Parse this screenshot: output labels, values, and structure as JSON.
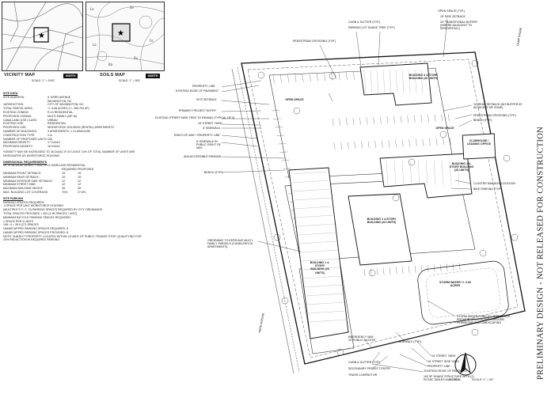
{
  "vicinity_map": {
    "title": "VICINITY MAP",
    "scale": "SCALE: 1\" = 1000'",
    "north": "NORTH"
  },
  "soils_map": {
    "title": "SOILS MAP",
    "scale": "SCALE: 1\" = 500'",
    "north": "NORTH"
  },
  "site_data": {
    "heading": "SITE DATA",
    "rows": [
      {
        "k": "SITE ADDRESS:",
        "v": "5. KERR AVENUE"
      },
      {
        "k": "",
        "v": "WILMINGTON, NC"
      },
      {
        "k": "JURISDICTION:",
        "v": "CITY OF WILMINGTON, NC"
      },
      {
        "k": "TOTAL PARCEL AREA:",
        "v": "+/- 6.56 ACRES (+/- 285,754 SF)"
      },
      {
        "k": "EXISTING ZONING:",
        "v": "R-10 RESIDENTIAL"
      },
      {
        "k": "PROPOSED ZONING:",
        "v": "MULTI-FAMILY (MF-M)"
      },
      {
        "k": "CAMA LAND USE CLASS:",
        "v": "URBAN"
      },
      {
        "k": "EXISTING USE:",
        "v": "RESIDENTIAL"
      },
      {
        "k": "PROPOSED USE:",
        "v": "WORKFORCE HOUSING (RENTAL) APARTMENTS"
      },
      {
        "k": "NUMBER OF BUILDINGS:",
        "v": "4 APARTMENTS, 1 CLUBHOUSE"
      },
      {
        "k": "CONSTRUCTION TYPE:",
        "v": "V-A"
      },
      {
        "k": "NUMBER OF PROPOSED UNITS:",
        "v": "106"
      },
      {
        "k": "MAXIMUM DENSITY:",
        "v": "17 DU/AC"
      },
      {
        "k": "PROPOSED DENSITY:",
        "v": "16 DU/AC"
      }
    ],
    "density_note": "*DENSITY MAY BE INCREASED TO 36 DU/AC IF AT LEAST 10% OF TOTAL NUMBER OF UNITS ARE DESIGNATED AS WORKFORCE HOUSING",
    "dimensional_heading": "DIMENSIONAL REQUIREMENTS",
    "dimensional_sub": "MF-M MEDIUM DENSITY MULTIPLE DWELLING RESIDENTIAL",
    "dimensional_cols": [
      "",
      "REQUIRED",
      "PROPOSED"
    ],
    "dimensional_rows": [
      [
        "MINIMUM FRONT SETBACK:",
        "15'",
        "15'"
      ],
      [
        "MINIMUM REAR SETBACK:",
        "15'",
        "15'"
      ],
      [
        "MINIMUM INTERIOR SIDE SETBACK:",
        "12'",
        "12'"
      ],
      [
        "MINIMUM STREET SIDE:",
        "12'",
        "12'"
      ],
      [
        "MAXIMUM BUILDING HEIGHT:",
        "45'",
        "45'"
      ],
      [
        "MAX. BUILDING LOT COVERAGE:",
        "70%",
        "27.8%"
      ]
    ],
    "parking_heading": "SITE PARKING",
    "parking_lines": [
      "PARKING SPACES REQUIRED:",
      "  .5 SPACE PER UNIT WORKFORCE HOUSING",
      "  (MULTIPLE P, F, C, O) PARKING SPACES REQUIRED BY CITY ORDINANCE",
      "TOTAL SPACES PROVIDED = 200 (1.96 SPACES / UNIT)",
      "MINIMUM BICYCLE PARKING SPACES REQUIRED:",
      "  1 SPACE PER 4 UNITS",
      "  106 / 4 = 26.5 (27) SPACES",
      "HANDICAPPED PARKING SPACES REQUIRED: 8",
      "HANDICAPPED PARKING SPACES PROVIDED: 8",
      "NOTE: SUBJECT PROPERTY LOCATED WITHIN 1/4 MILE OF PUBLIC TRANSIT STOP, QUALIFYING FOR 10% REDUCTION IN REQUIRED PARKING"
    ]
  },
  "callouts_top": {
    "curb_gutter": "CURB & GUTTER (TYP.)",
    "parking_lot_shade": "PARKING LOT SHADE TREE (TYP.)",
    "pedestrian_top": "PEDESTRIAN CROSSING (TYP.)",
    "open_space": "OPEN SPACE (TYP.)",
    "side_setback_top": "15' SIDE SETBACK",
    "transitional": "20' TRANSITIONAL BUFFER (WHERE ADJACENT TO RESIDENTIAL)",
    "camp_crane": "CAMP CRANE"
  },
  "callouts_left": {
    "property_line": "PROPERTY LINE",
    "edge_pavement": "EXISTING EDGE OF PAVEMENT",
    "site_setback": "SITE SETBACK",
    "primary_entry": "PRIMARY PROJECT ENTRY",
    "street_tree": "EXISTING STREETYARD TREE TO REMAIN (TYPICAL OF 3)",
    "street_yard": "15' STREET YARD",
    "sidewalk": "5' SIDEWALK",
    "row_line": "RIGHT-OF-WAY / PROPERTY LINE",
    "sidewalk_public": "5' SIDEWALK IN PUBLIC RIGHT OF WAY",
    "ada_parking": "ADA ACCESSIBLE PARKING",
    "bench": "BENCH (TYP.)",
    "greenway": "GREENWAY TO KERR AVE MULTI-FAMILY PARCELS (CANDLEWYCK APARTMENTS)",
    "kerr_ave": "KERR AVENUE"
  },
  "callouts_right": {
    "rear_setback": "15' REAR SETBACK (NO BUFFER AT ADJACENT MF ZONE)",
    "pedestrian": "PEDESTRIAN CROSSING (TYP.)",
    "bench_right": "BENCH (TYP.)",
    "cluster_mailbox": "CLUSTER MAILBOX LOCATION",
    "bike_parking": "BIKE PARKING (TYP.)",
    "stormwater": "STORM WATER POND AS OPEN SPACE, PROVIDE WALKING PATH AROUND PERIMETER AND LANDSCAPING"
  },
  "callouts_bottom": {
    "sidewalk_bottom": "SIDEWALK (TYP.)",
    "emergency": "EMERGENCY WAY 20' PUBLIC ACCESS",
    "street_yard_b": "15' STREET YARD",
    "street_side_yard": "15' STREET SIDE YARD",
    "property_line_b": "PROPERTY LINE",
    "edge_pavement_b": "EXISTING EDGE OF PAVEMENT",
    "shade_structure": "100 SF SHADE STRUCTURE WITH (2) PICNIC TABLES AND GRILL",
    "curb_gutter_b": "CURB & GUTTER (TYP.)",
    "secondary_entry": "SECONDARY PROJECT ENTRY",
    "trash": "TRASH COMPACTOR"
  },
  "buildings": {
    "top_right": "BUILDING 4 4-STORY BUILDING (26 UNITS)",
    "mid_right": "BUILDING 3 4-STORY BUILDING (26 UNITS)",
    "left": "BUILDING 1 4-STORY BUILDING (26 UNITS)",
    "center": "BUILDING 2 4-STORY BUILDING (26 UNITS)",
    "clubhouse": "CLUBHOUSE / LEASING OFFICE",
    "stormwater_pond": "STORM WATER +/- 0.66 ACRES",
    "open_space_a": "OPEN SPACE",
    "open_space_b": "OPEN SPACE"
  },
  "north": {
    "label": "NORTH",
    "scale": "SCALE: 1\" = 60'"
  },
  "stamp": "PRELIMINARY DESIGN - NOT RELEASED FOR CONSTRUCTION",
  "colors": {
    "line": "#222222",
    "light": "#9a9a9a",
    "paper": "#ffffff"
  }
}
